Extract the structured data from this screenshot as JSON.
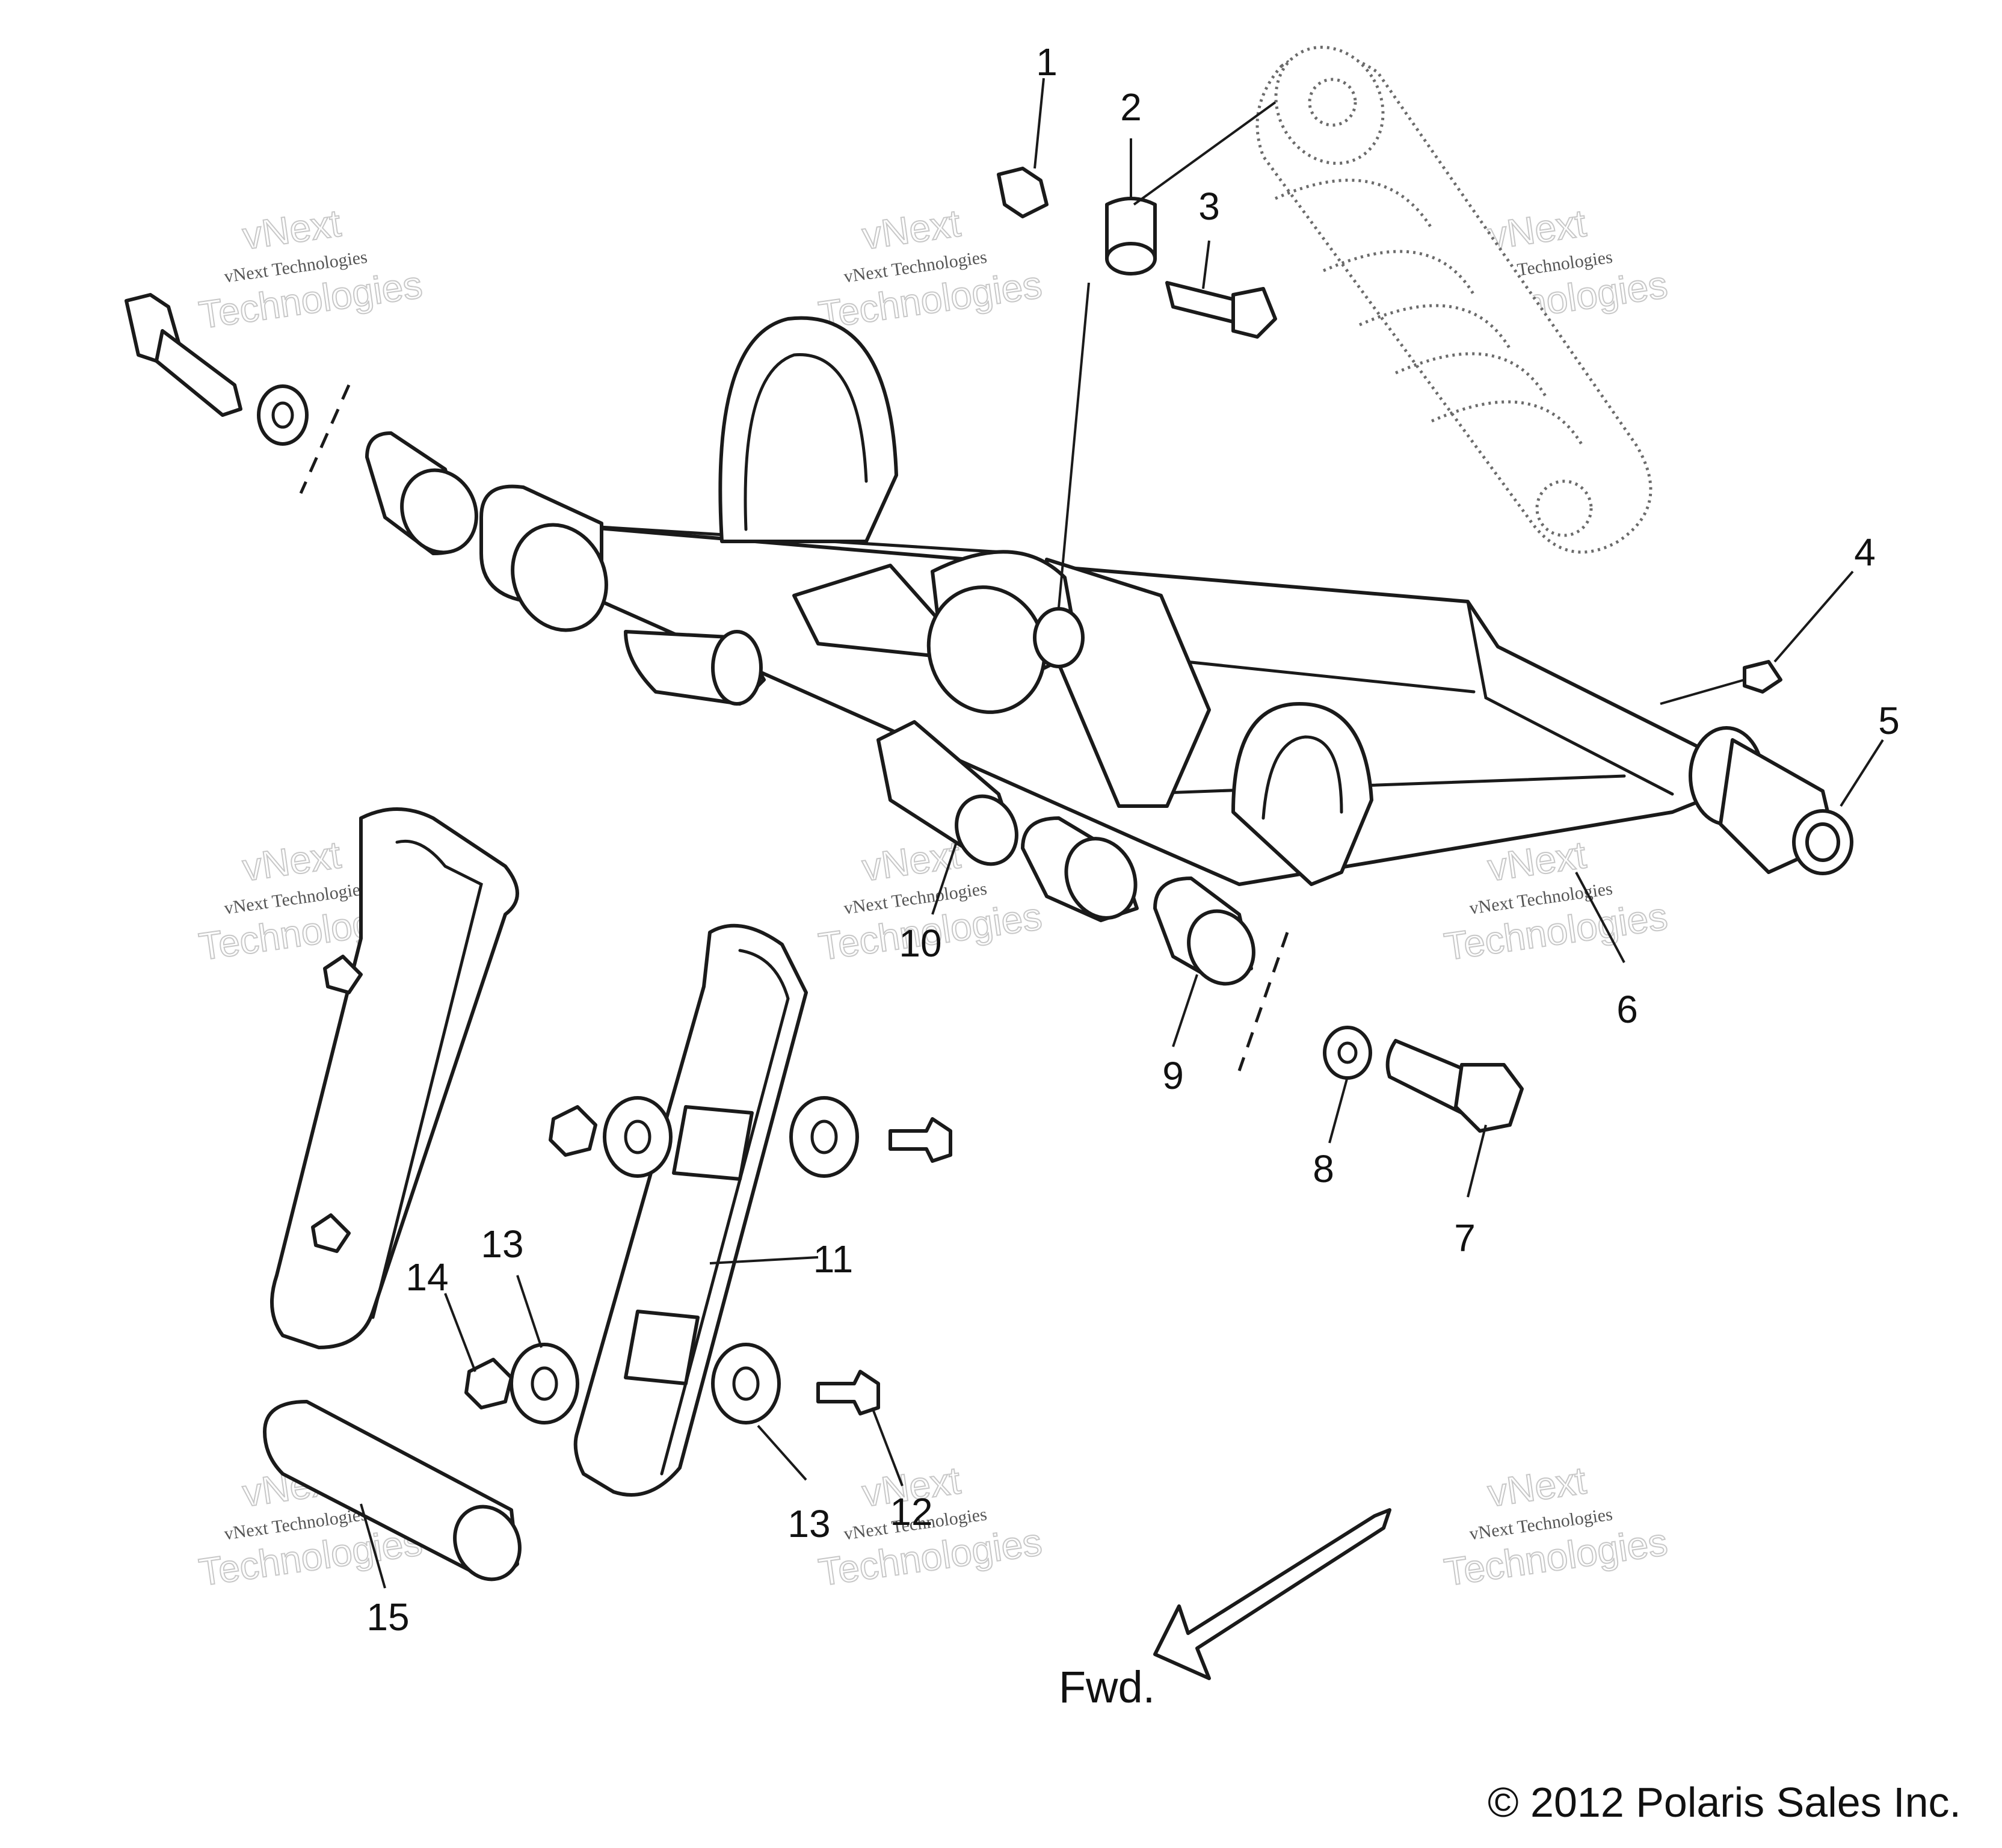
{
  "callouts": [
    {
      "id": "1",
      "text": "1"
    },
    {
      "id": "2",
      "text": "2"
    },
    {
      "id": "3",
      "text": "3"
    },
    {
      "id": "4",
      "text": "4"
    },
    {
      "id": "5",
      "text": "5"
    },
    {
      "id": "6",
      "text": "6"
    },
    {
      "id": "7",
      "text": "7"
    },
    {
      "id": "8",
      "text": "8"
    },
    {
      "id": "9",
      "text": "9"
    },
    {
      "id": "10",
      "text": "10"
    },
    {
      "id": "11",
      "text": "11"
    },
    {
      "id": "12",
      "text": "12"
    },
    {
      "id": "13a",
      "text": "13"
    },
    {
      "id": "13b",
      "text": "13"
    },
    {
      "id": "14",
      "text": "14"
    },
    {
      "id": "15",
      "text": "15"
    }
  ],
  "direction": {
    "label": "Fwd."
  },
  "copyright": "© 2012 Polaris Sales Inc.",
  "watermark": {
    "line1": "vNext Technologies",
    "line2": "vNext",
    "line3": "Technologies"
  }
}
